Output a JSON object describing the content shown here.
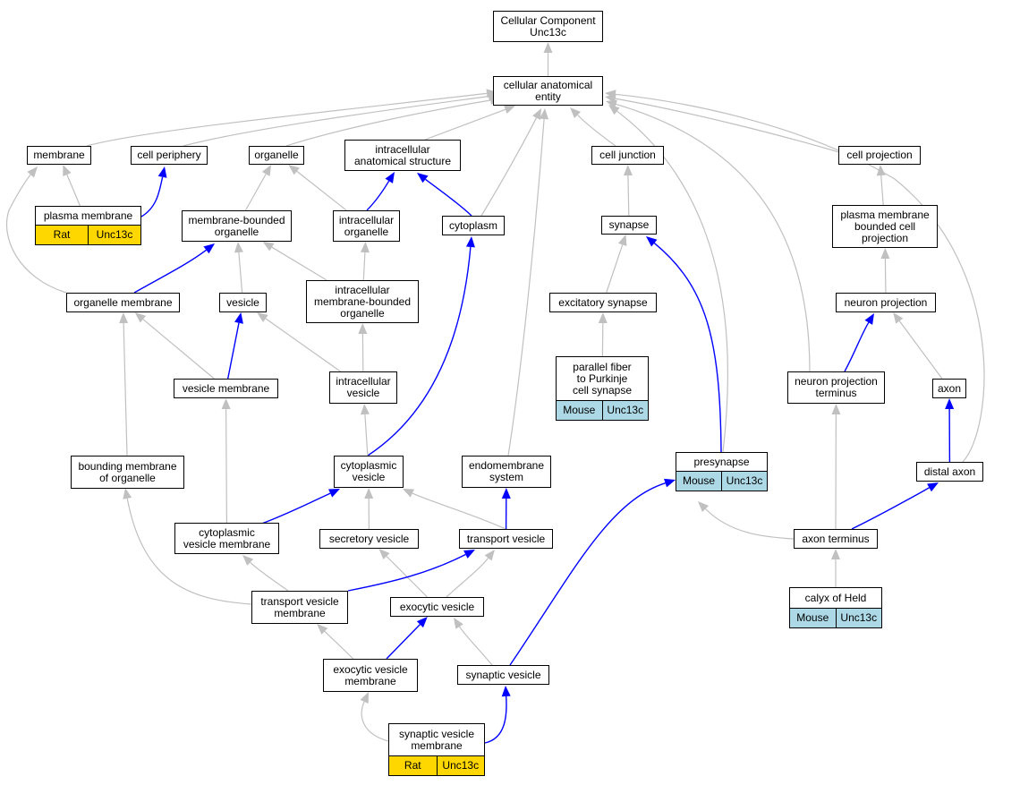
{
  "title": "Cellular Component\nUnc13c",
  "colors": {
    "is_a": "#c0c0c0",
    "part_of": "#0000ff",
    "rat": "#ffd700",
    "mouse": "#add8e6"
  },
  "nodes": [
    {
      "id": "root",
      "label": "Cellular Component\nUnc13c"
    },
    {
      "id": "cae",
      "label": "cellular anatomical\nentity"
    },
    {
      "id": "membrane",
      "label": "membrane"
    },
    {
      "id": "cell_periphery",
      "label": "cell periphery"
    },
    {
      "id": "organelle",
      "label": "organelle"
    },
    {
      "id": "ias",
      "label": "intracellular\nanatomical structure"
    },
    {
      "id": "cell_junction",
      "label": "cell junction"
    },
    {
      "id": "cell_projection",
      "label": "cell projection"
    },
    {
      "id": "plasma_membrane",
      "label": "plasma membrane",
      "ann": {
        "species": "Rat",
        "gene": "Unc13c",
        "color": "rat"
      }
    },
    {
      "id": "mbo",
      "label": "membrane-bounded\norganelle"
    },
    {
      "id": "io",
      "label": "intracellular\norganelle"
    },
    {
      "id": "cytoplasm",
      "label": "cytoplasm"
    },
    {
      "id": "synapse",
      "label": "synapse"
    },
    {
      "id": "pmbcp",
      "label": "plasma membrane\nbounded cell\nprojection"
    },
    {
      "id": "org_membrane",
      "label": "organelle membrane"
    },
    {
      "id": "vesicle",
      "label": "vesicle"
    },
    {
      "id": "imbo",
      "label": "intracellular\nmembrane-bounded\norganelle"
    },
    {
      "id": "exc_synapse",
      "label": "excitatory synapse"
    },
    {
      "id": "neuron_projection",
      "label": "neuron projection"
    },
    {
      "id": "vesicle_membrane",
      "label": "vesicle membrane"
    },
    {
      "id": "ivesicle",
      "label": "intracellular\nvesicle"
    },
    {
      "id": "pf_synapse",
      "label": "parallel fiber\nto Purkinje\ncell synapse",
      "ann": {
        "species": "Mouse",
        "gene": "Unc13c",
        "color": "mouse"
      }
    },
    {
      "id": "npt",
      "label": "neuron projection\nterminus"
    },
    {
      "id": "axon",
      "label": "axon"
    },
    {
      "id": "bmo",
      "label": "bounding membrane\nof organelle"
    },
    {
      "id": "cyto_vesicle",
      "label": "cytoplasmic\nvesicle"
    },
    {
      "id": "endomembrane",
      "label": "endomembrane\nsystem"
    },
    {
      "id": "presynapse",
      "label": "presynapse",
      "ann": {
        "species": "Mouse",
        "gene": "Unc13c",
        "color": "mouse"
      }
    },
    {
      "id": "distal_axon",
      "label": "distal axon"
    },
    {
      "id": "cvm",
      "label": "cytoplasmic\nvesicle membrane"
    },
    {
      "id": "secretory_vesicle",
      "label": "secretory vesicle"
    },
    {
      "id": "transport_vesicle",
      "label": "transport vesicle"
    },
    {
      "id": "axon_terminus",
      "label": "axon terminus"
    },
    {
      "id": "tvm",
      "label": "transport vesicle\nmembrane"
    },
    {
      "id": "exo_vesicle",
      "label": "exocytic vesicle"
    },
    {
      "id": "calyx",
      "label": "calyx of Held",
      "ann": {
        "species": "Mouse",
        "gene": "Unc13c",
        "color": "mouse"
      }
    },
    {
      "id": "evm",
      "label": "exocytic vesicle\nmembrane"
    },
    {
      "id": "syn_vesicle",
      "label": "synaptic vesicle"
    },
    {
      "id": "svm",
      "label": "synaptic vesicle\nmembrane",
      "ann": {
        "species": "Rat",
        "gene": "Unc13c",
        "color": "rat"
      }
    }
  ],
  "edges": [
    {
      "from": "cae",
      "to": "root",
      "type": "is_a"
    },
    {
      "from": "membrane",
      "to": "cae",
      "type": "is_a"
    },
    {
      "from": "cell_periphery",
      "to": "cae",
      "type": "is_a"
    },
    {
      "from": "organelle",
      "to": "cae",
      "type": "is_a"
    },
    {
      "from": "ias",
      "to": "cae",
      "type": "is_a"
    },
    {
      "from": "cytoplasm",
      "to": "cae",
      "type": "is_a"
    },
    {
      "from": "endomembrane",
      "to": "cae",
      "type": "is_a"
    },
    {
      "from": "cell_junction",
      "to": "cae",
      "type": "is_a"
    },
    {
      "from": "presynapse",
      "to": "cae",
      "type": "is_a"
    },
    {
      "from": "npt",
      "to": "cae",
      "type": "is_a"
    },
    {
      "from": "cell_projection",
      "to": "cae",
      "type": "is_a"
    },
    {
      "from": "distal_axon",
      "to": "cae",
      "type": "is_a"
    },
    {
      "from": "plasma_membrane",
      "to": "membrane",
      "type": "is_a"
    },
    {
      "from": "plasma_membrane",
      "to": "cell_periphery",
      "type": "part_of"
    },
    {
      "from": "org_membrane",
      "to": "membrane",
      "type": "is_a"
    },
    {
      "from": "mbo",
      "to": "organelle",
      "type": "is_a"
    },
    {
      "from": "io",
      "to": "organelle",
      "type": "is_a"
    },
    {
      "from": "io",
      "to": "ias",
      "type": "part_of"
    },
    {
      "from": "cytoplasm",
      "to": "ias",
      "type": "part_of"
    },
    {
      "from": "synapse",
      "to": "cell_junction",
      "type": "is_a"
    },
    {
      "from": "pmbcp",
      "to": "cell_projection",
      "type": "is_a"
    },
    {
      "from": "org_membrane",
      "to": "mbo",
      "type": "part_of"
    },
    {
      "from": "vesicle",
      "to": "mbo",
      "type": "is_a"
    },
    {
      "from": "imbo",
      "to": "mbo",
      "type": "is_a"
    },
    {
      "from": "imbo",
      "to": "io",
      "type": "is_a"
    },
    {
      "from": "exc_synapse",
      "to": "synapse",
      "type": "is_a"
    },
    {
      "from": "presynapse",
      "to": "synapse",
      "type": "part_of"
    },
    {
      "from": "neuron_projection",
      "to": "pmbcp",
      "type": "is_a"
    },
    {
      "from": "vesicle_membrane",
      "to": "org_membrane",
      "type": "is_a"
    },
    {
      "from": "bmo",
      "to": "org_membrane",
      "type": "is_a"
    },
    {
      "from": "vesicle_membrane",
      "to": "vesicle",
      "type": "part_of"
    },
    {
      "from": "ivesicle",
      "to": "vesicle",
      "type": "is_a"
    },
    {
      "from": "ivesicle",
      "to": "imbo",
      "type": "is_a"
    },
    {
      "from": "pf_synapse",
      "to": "exc_synapse",
      "type": "is_a"
    },
    {
      "from": "npt",
      "to": "neuron_projection",
      "type": "part_of"
    },
    {
      "from": "axon",
      "to": "neuron_projection",
      "type": "is_a"
    },
    {
      "from": "cvm",
      "to": "vesicle_membrane",
      "type": "is_a"
    },
    {
      "from": "cyto_vesicle",
      "to": "ivesicle",
      "type": "is_a"
    },
    {
      "from": "cyto_vesicle",
      "to": "cytoplasm",
      "type": "part_of"
    },
    {
      "from": "distal_axon",
      "to": "axon",
      "type": "part_of"
    },
    {
      "from": "tvm",
      "to": "bmo",
      "type": "is_a"
    },
    {
      "from": "cvm",
      "to": "cyto_vesicle",
      "type": "part_of"
    },
    {
      "from": "secretory_vesicle",
      "to": "cyto_vesicle",
      "type": "is_a"
    },
    {
      "from": "transport_vesicle",
      "to": "cyto_vesicle",
      "type": "is_a"
    },
    {
      "from": "transport_vesicle",
      "to": "endomembrane",
      "type": "part_of"
    },
    {
      "from": "axon_terminus",
      "to": "presynapse",
      "type": "is_a"
    },
    {
      "from": "axon_terminus",
      "to": "npt",
      "type": "is_a"
    },
    {
      "from": "axon_terminus",
      "to": "distal_axon",
      "type": "part_of"
    },
    {
      "from": "tvm",
      "to": "cvm",
      "type": "is_a"
    },
    {
      "from": "tvm",
      "to": "transport_vesicle",
      "type": "part_of"
    },
    {
      "from": "exo_vesicle",
      "to": "secretory_vesicle",
      "type": "is_a"
    },
    {
      "from": "exo_vesicle",
      "to": "transport_vesicle",
      "type": "is_a"
    },
    {
      "from": "calyx",
      "to": "axon_terminus",
      "type": "is_a"
    },
    {
      "from": "evm",
      "to": "tvm",
      "type": "is_a"
    },
    {
      "from": "evm",
      "to": "exo_vesicle",
      "type": "part_of"
    },
    {
      "from": "syn_vesicle",
      "to": "exo_vesicle",
      "type": "is_a"
    },
    {
      "from": "syn_vesicle",
      "to": "presynapse",
      "type": "part_of"
    },
    {
      "from": "svm",
      "to": "evm",
      "type": "is_a"
    },
    {
      "from": "svm",
      "to": "syn_vesicle",
      "type": "part_of"
    }
  ]
}
